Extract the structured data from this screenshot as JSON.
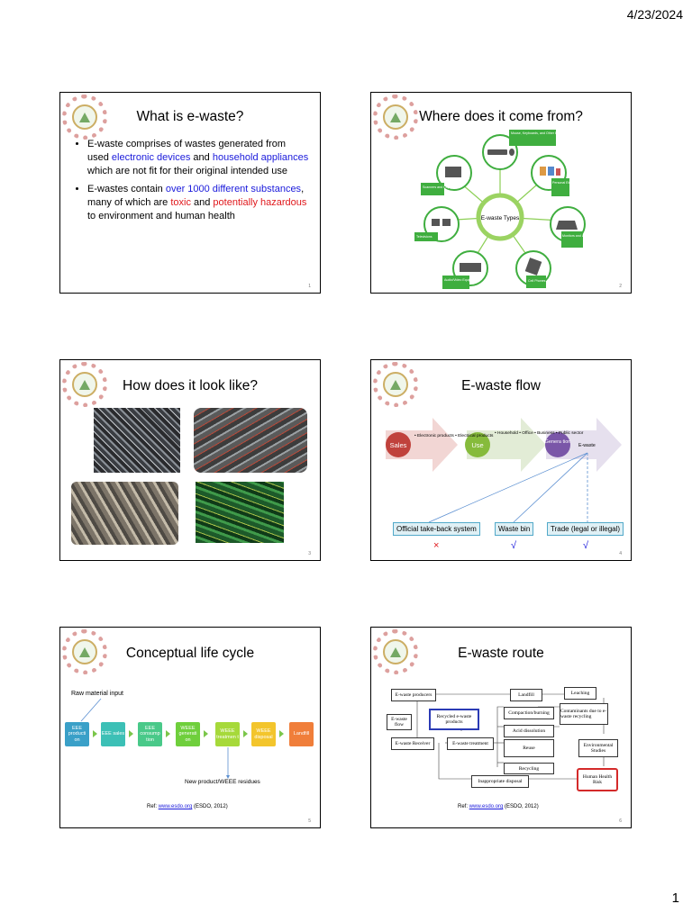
{
  "header": {
    "date": "4/23/2024"
  },
  "footer": {
    "page_number": "1"
  },
  "slides": [
    {
      "title": "What is e-waste?",
      "number": "1",
      "bullets": [
        {
          "parts": [
            {
              "text": "E-waste comprises of wastes generated from used ",
              "style": "plain"
            },
            {
              "text": "electronic devices",
              "style": "blue"
            },
            {
              "text": " and ",
              "style": "plain"
            },
            {
              "text": "household appliances",
              "style": "blue"
            },
            {
              "text": " which are not fit for their original intended use",
              "style": "plain"
            }
          ]
        },
        {
          "parts": [
            {
              "text": "E-wastes contain ",
              "style": "plain"
            },
            {
              "text": "over 1000 different substances",
              "style": "blue"
            },
            {
              "text": ", many of which are ",
              "style": "plain"
            },
            {
              "text": "toxic",
              "style": "red"
            },
            {
              "text": " and ",
              "style": "plain"
            },
            {
              "text": "potentially hazardous",
              "style": "red"
            },
            {
              "text": " to environment and human health",
              "style": "plain"
            }
          ]
        }
      ]
    },
    {
      "title": "Where does it come from?",
      "number": "2",
      "center": "E-waste Types",
      "types": [
        {
          "label": "Mouse, Keyboards, and Other Electronic Devices"
        },
        {
          "label": "Personal Electronic Devices"
        },
        {
          "label": "Monitors and Laptops"
        },
        {
          "label": "Cell Phones"
        },
        {
          "label": "Audio/Video Equipment"
        },
        {
          "label": "Televisions"
        },
        {
          "label": "Scanners and Copiers"
        }
      ]
    },
    {
      "title": "How does it look like?",
      "number": "3"
    },
    {
      "title": "E-waste flow",
      "number": "4",
      "stages": [
        {
          "label": "Sales",
          "items": "• Electronic products\n• Electrical products"
        },
        {
          "label": "Use",
          "items": "• Household\n• Office\n• Business\n• Public sector"
        },
        {
          "label": "Genera tion",
          "items": "E-waste"
        }
      ],
      "destinations": [
        {
          "label": "Official take-back system",
          "mark": "×"
        },
        {
          "label": "Waste bin",
          "mark": "√"
        },
        {
          "label": "Trade (legal or illegal)",
          "mark": "√"
        }
      ]
    },
    {
      "title": "Conceptual life cycle",
      "number": "5",
      "raw_label": "Raw material input",
      "steps": [
        {
          "label": "EEE producti on",
          "color": "#3aa0c8"
        },
        {
          "label": "EEE sales",
          "color": "#3cc0b6"
        },
        {
          "label": "EEE consump tion",
          "color": "#49c989"
        },
        {
          "label": "WEEE generati on",
          "color": "#6fcf3c"
        },
        {
          "label": "WEEE treatmen t",
          "color": "#a6d93a"
        },
        {
          "label": "WEEE disposal",
          "color": "#f3c52c"
        },
        {
          "label": "Landfill",
          "color": "#f07e3a"
        }
      ],
      "bottom_label": "New product/WEEE residues",
      "ref_prefix": "Ref: ",
      "ref_link": "www.esdo.org",
      "ref_suffix": " (ESDO, 2012)"
    },
    {
      "title": "E-waste route",
      "number": "6",
      "boxes": {
        "producers": "E-waste producers",
        "landfill": "Landfill",
        "leaching": "Leaching",
        "flow": "E-waste flow",
        "recycled": "Recycled e-waste products",
        "compaction": "Compaction/burning",
        "contaminants": "Contaminants due to e-waste recycling",
        "acid": "Acid dissolution",
        "receiver": "E-waste Receiver",
        "treatment": "E-waste treatment",
        "reuse": "Reuse",
        "environmental": "Environmental Studies",
        "recycling": "Recycling",
        "inappropriate": "Inappropriate disposal",
        "health": "Human Health Risk"
      },
      "ref_prefix": "Ref: ",
      "ref_link": "www.esdo.org",
      "ref_suffix": " (ESDO, 2012)"
    }
  ]
}
